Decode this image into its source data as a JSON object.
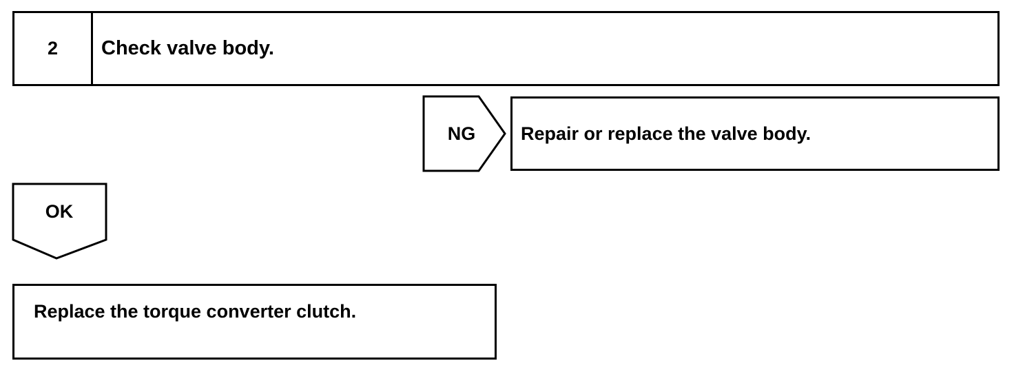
{
  "step": {
    "number": "2",
    "title": "Check valve body."
  },
  "ng_branch": {
    "label": "NG",
    "action": "Repair or replace the valve body."
  },
  "ok_branch": {
    "label": "OK",
    "action": "Replace the torque converter clutch."
  },
  "colors": {
    "line": "#000000",
    "background": "#ffffff"
  }
}
